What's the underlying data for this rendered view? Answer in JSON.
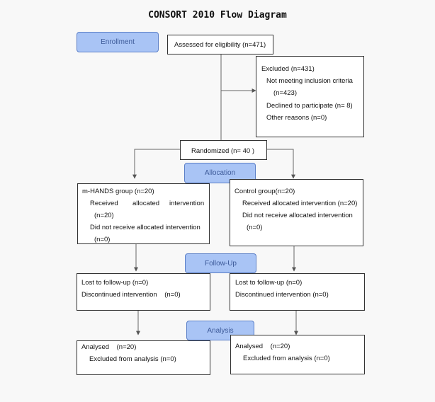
{
  "title": "CONSORT 2010 Flow Diagram",
  "stages": {
    "enrollment": "Enrollment",
    "allocation": "Allocation",
    "followup": "Follow-Up",
    "analysis": "Analysis"
  },
  "assessed": "Assessed for eligibility (n=471)",
  "excluded": {
    "header": "Excluded (n=431)",
    "not_meeting": "Not meeting inclusion criteria",
    "not_meeting_n": "(n=423)",
    "declined": "Declined to participate (n= 8)",
    "other": "Other reasons (n=0)"
  },
  "randomized": "Randomized (n= 40 )",
  "left_alloc": {
    "header": "m-HANDS group (n=20)",
    "received_a": "Received",
    "received_b": "allocated",
    "received_c": "intervention",
    "received_n": "(n=20)",
    "not_received": "Did not receive allocated intervention",
    "not_received_n": "(n=0)"
  },
  "right_alloc": {
    "header": "Control group(n=20)",
    "received": "Received allocated intervention (n=20)",
    "not_received": "Did not receive allocated intervention",
    "not_received_n": "(n=0)"
  },
  "left_followup": {
    "lost": "Lost to follow-up (n=0)",
    "discontinued": "Discontinued intervention    (n=0)"
  },
  "right_followup": {
    "lost": "Lost to follow-up (n=0)",
    "discontinued": "Discontinued intervention (n=0)"
  },
  "left_analysis": {
    "analysed": "Analysed    (n=20)",
    "excluded": "Excluded from analysis (n=0)"
  },
  "right_analysis": {
    "analysed": "Analysed    (n=20)",
    "excluded": "Excluded from analysis (n=0)"
  }
}
